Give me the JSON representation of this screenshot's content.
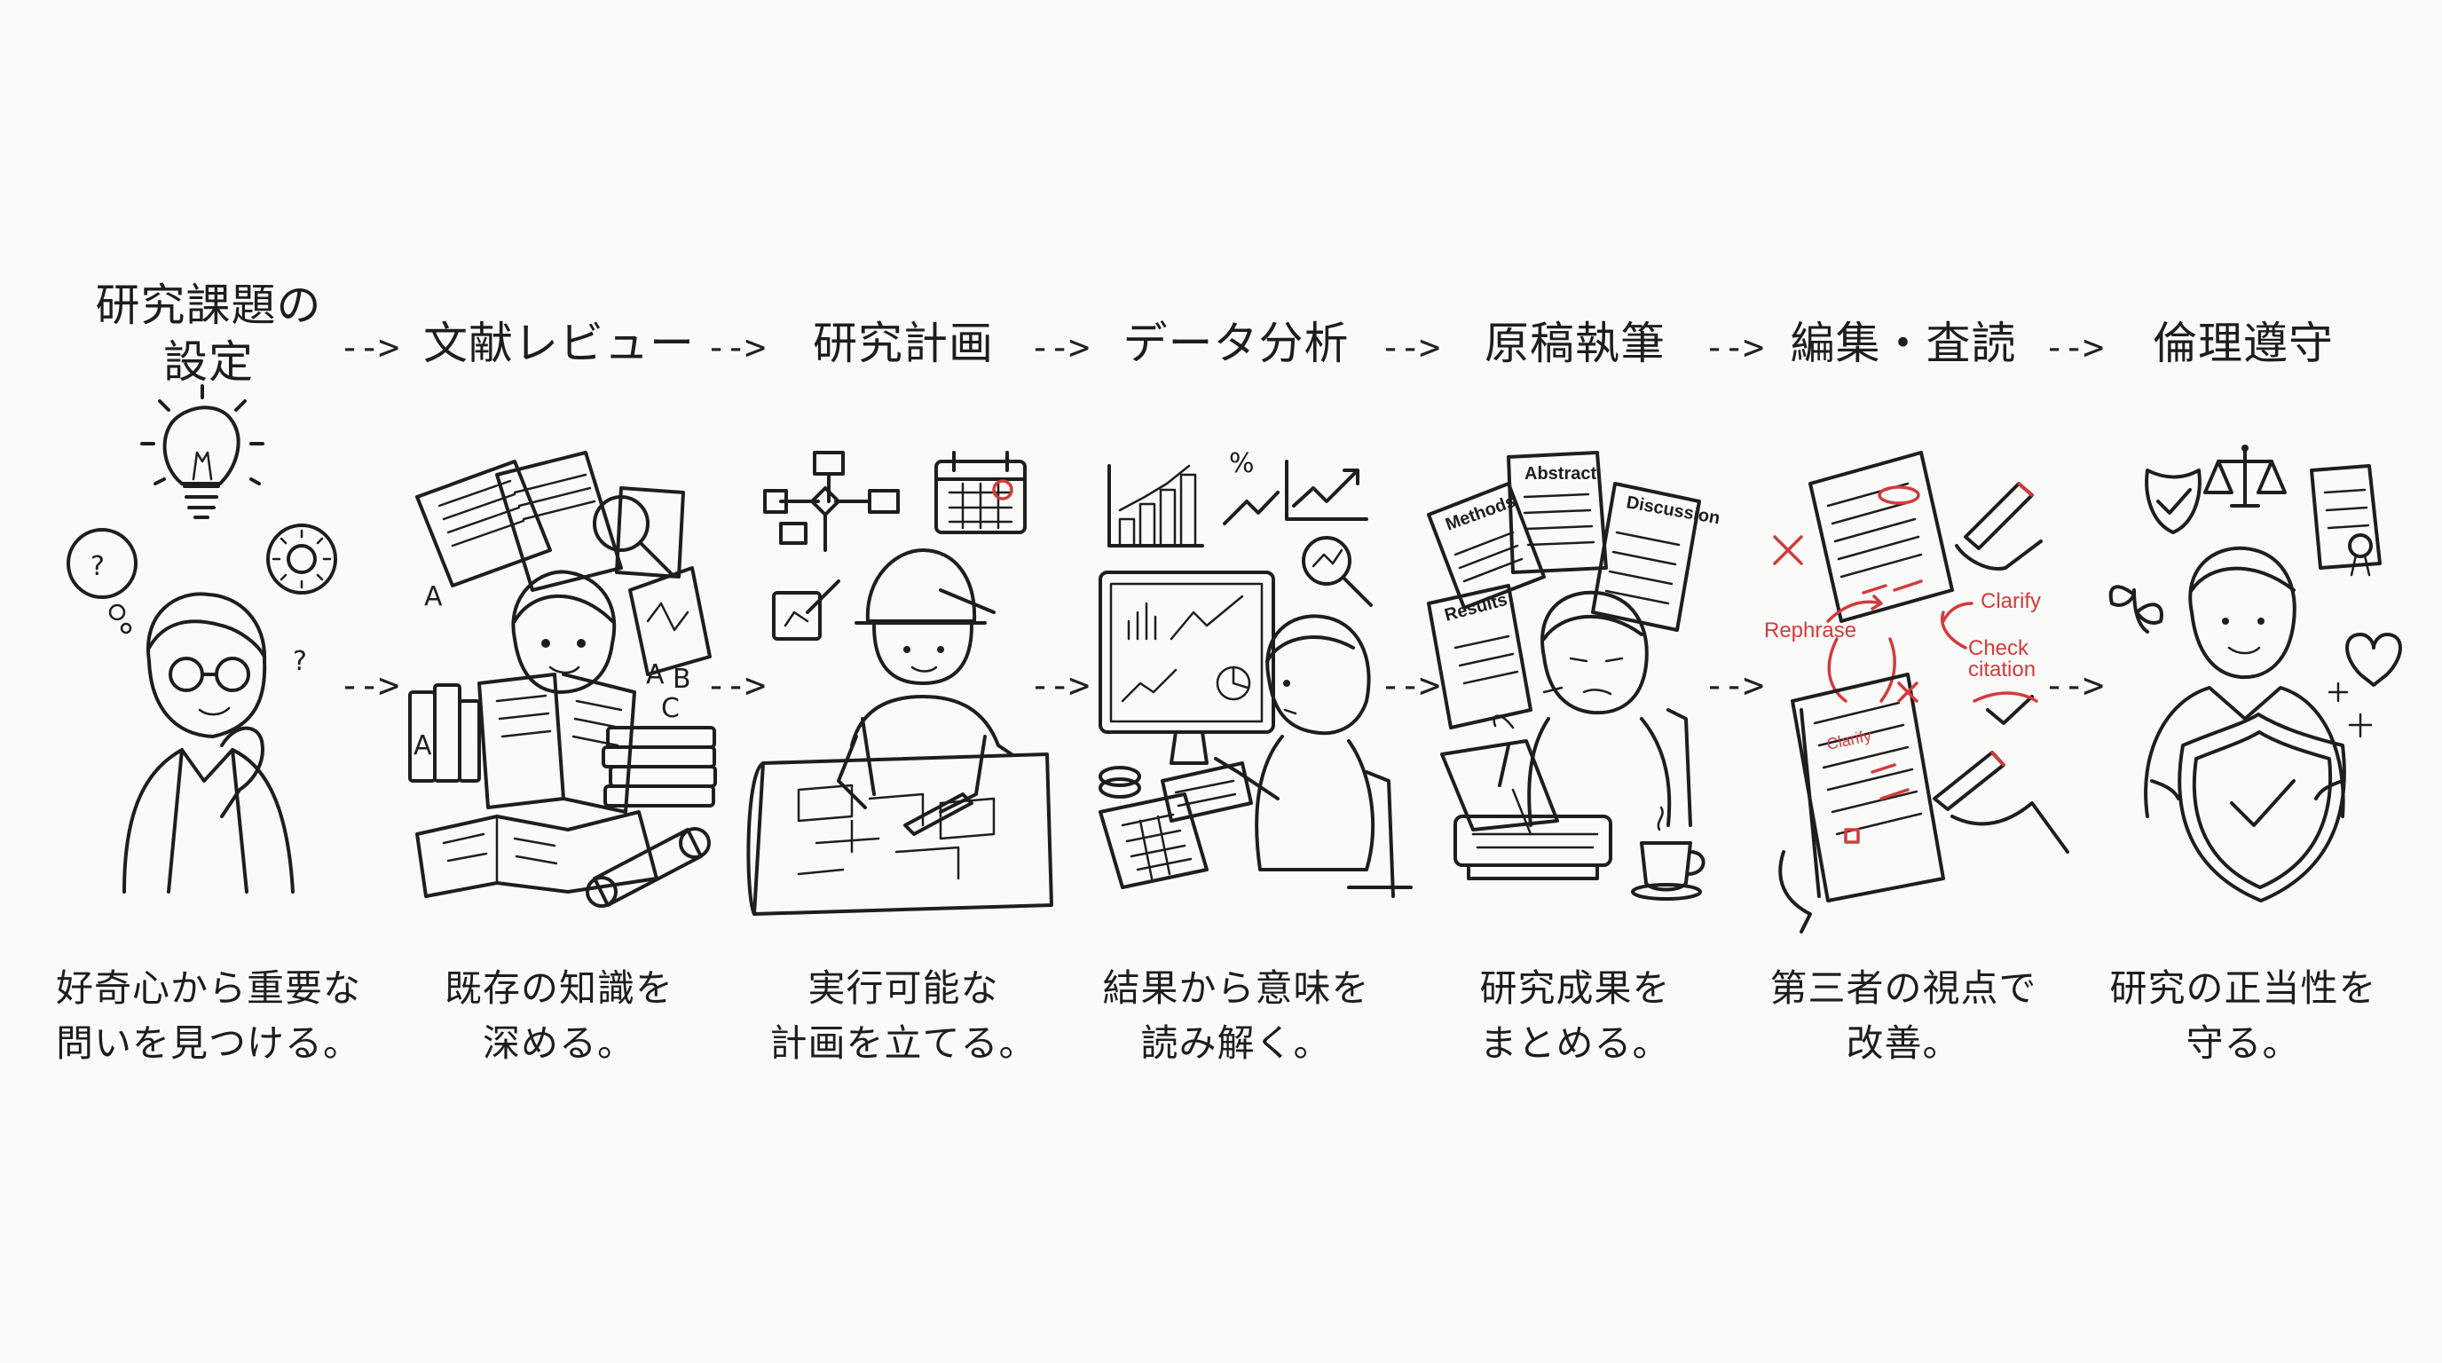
{
  "steps": [
    {
      "title": "研究課題の\n設定",
      "caption": "好奇心から重要な\n問いを見つける。"
    },
    {
      "title": "文献レビュー",
      "caption": "既存の知識を\n深める。"
    },
    {
      "title": "研究計画",
      "caption": "実行可能な\n計画を立てる。"
    },
    {
      "title": "データ分析",
      "caption": "結果から意味を\n読み解く。"
    },
    {
      "title": "原稿執筆",
      "caption": "研究成果を\nまとめる。"
    },
    {
      "title": "編集・査読",
      "caption": "第三者の視点で\n改善。"
    },
    {
      "title": "倫理遵守",
      "caption": "研究の正当性を\n守る。"
    }
  ],
  "arrow_glyph": "-->",
  "illustration_labels": {
    "methods": "Methods",
    "abstract": "Abstract",
    "discussion": "Discussion",
    "results": "Results",
    "rephrase": "Rephrase",
    "clarify": "Clarify",
    "clarify_small": "Clarify",
    "check_citation_1": "Check",
    "check_citation_2": "citation",
    "percent": "%",
    "letter_a1": "A",
    "letter_a2": "A",
    "letter_a3": "A",
    "letter_b": "B",
    "letter_c": "C"
  },
  "colors": {
    "ink": "#1e1e1e",
    "accent_red": "#d23b3b",
    "background": "#fafaf9"
  }
}
